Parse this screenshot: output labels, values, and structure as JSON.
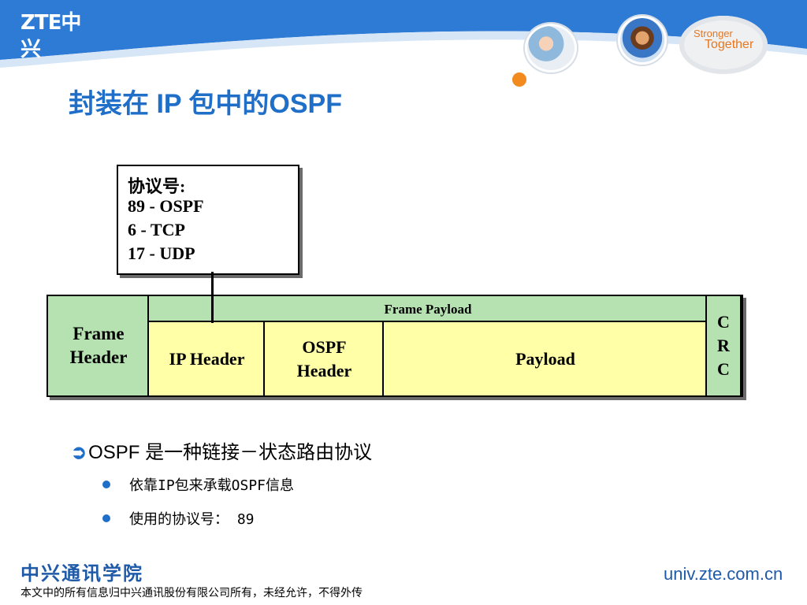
{
  "header": {
    "logo_text": "ZTE中兴",
    "slogan_line1": "Stronger",
    "slogan_line2": "Together"
  },
  "slide": {
    "title": "封装在 IP 包中的OSPF"
  },
  "protocol_box": {
    "line1": "协议号:",
    "line2": "89 - OSPF",
    "line3": "6 - TCP",
    "line4": "17 - UDP"
  },
  "frame": {
    "frame_header": "Frame Header",
    "frame_payload": "Frame Payload",
    "ip_header": "IP Header",
    "ospf_header": "OSPF Header",
    "payload": "Payload",
    "crc": "C R C"
  },
  "bullets": {
    "main": "OSPF 是一种链接－状态路由协议",
    "sub1": "依靠IP包来承载OSPF信息",
    "sub2": "使用的协议号： 89"
  },
  "footer": {
    "institute": "中兴通讯学院",
    "copyright": "本文中的所有信息归中兴通讯股份有限公司所有，未经允许，不得外传",
    "url": "univ.zte.com.cn"
  },
  "colors": {
    "title_blue": "#1f6ec8",
    "frame_green": "#b5e2b0",
    "frame_yellow": "#ffffa8",
    "header_blue": "#2e7bd6",
    "slogan_orange": "#e8761f"
  }
}
